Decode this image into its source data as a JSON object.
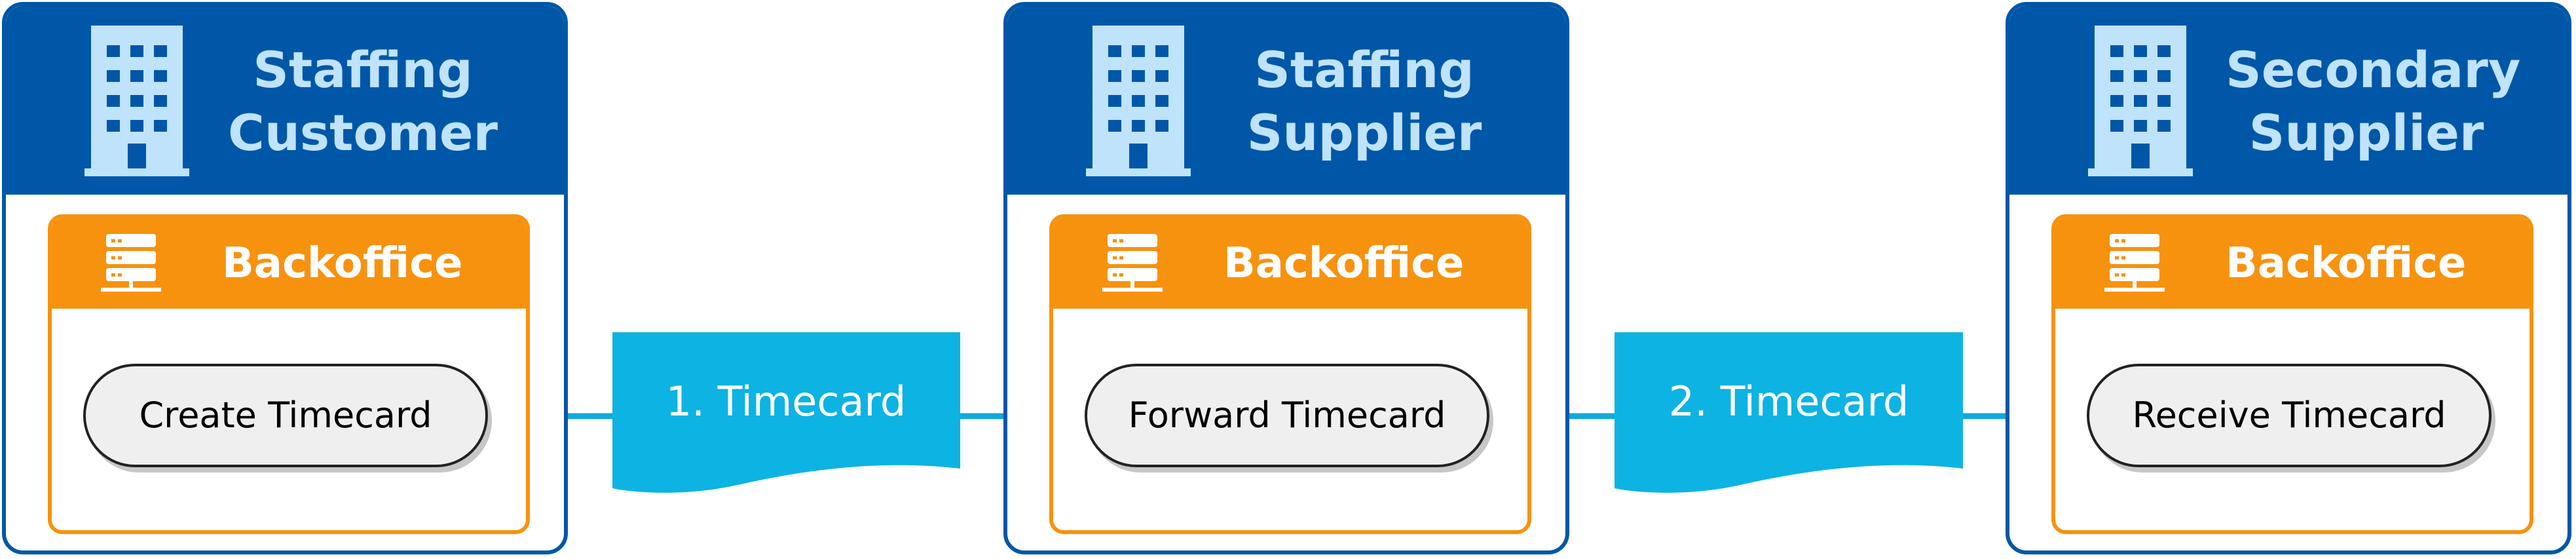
{
  "diagram": {
    "colors": {
      "party_blue": "#0057a8",
      "party_title_text": "#bfe3fb",
      "backoffice_orange": "#f7920f",
      "document_cyan": "#0db3e3",
      "arrow_cyan": "#12a9dc",
      "process_fill": "#efefef"
    },
    "parties": [
      {
        "title_line1": "Staffing",
        "title_line2": "Customer",
        "icon": "building-icon",
        "backoffice": {
          "label": "Backoffice",
          "icon": "server-icon",
          "process": "Create Timecard"
        }
      },
      {
        "title_line1": "Staffing",
        "title_line2": "Supplier",
        "icon": "building-icon",
        "backoffice": {
          "label": "Backoffice",
          "icon": "server-icon",
          "process": "Forward Timecard"
        }
      },
      {
        "title_line1": "Secondary",
        "title_line2": "Supplier",
        "icon": "building-icon",
        "backoffice": {
          "label": "Backoffice",
          "icon": "server-icon",
          "process": "Receive Timecard"
        }
      }
    ],
    "documents": [
      {
        "label": "1. Timecard",
        "from": "Create Timecard",
        "to": "Forward Timecard"
      },
      {
        "label": "2. Timecard",
        "from": "Forward Timecard",
        "to": "Receive Timecard"
      }
    ]
  }
}
